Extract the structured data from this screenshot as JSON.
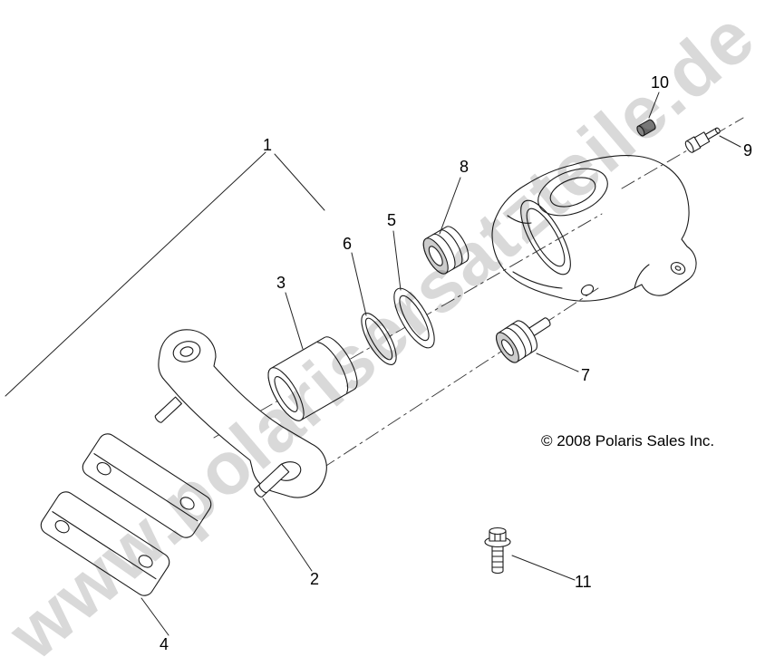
{
  "watermark": {
    "text": "www.polarisersatzteile.de"
  },
  "copyright": {
    "text": "© 2008 Polaris Sales Inc."
  },
  "callouts": [
    {
      "label": "1"
    },
    {
      "label": "2"
    },
    {
      "label": "3"
    },
    {
      "label": "4"
    },
    {
      "label": "5"
    },
    {
      "label": "6"
    },
    {
      "label": "7"
    },
    {
      "label": "8"
    },
    {
      "label": "9"
    },
    {
      "label": "10"
    },
    {
      "label": "11"
    }
  ],
  "colors": {
    "background": "#ffffff",
    "line_art": "#1a1a1a",
    "watermark": "#b9b9b9",
    "callout_text": "#000000"
  }
}
